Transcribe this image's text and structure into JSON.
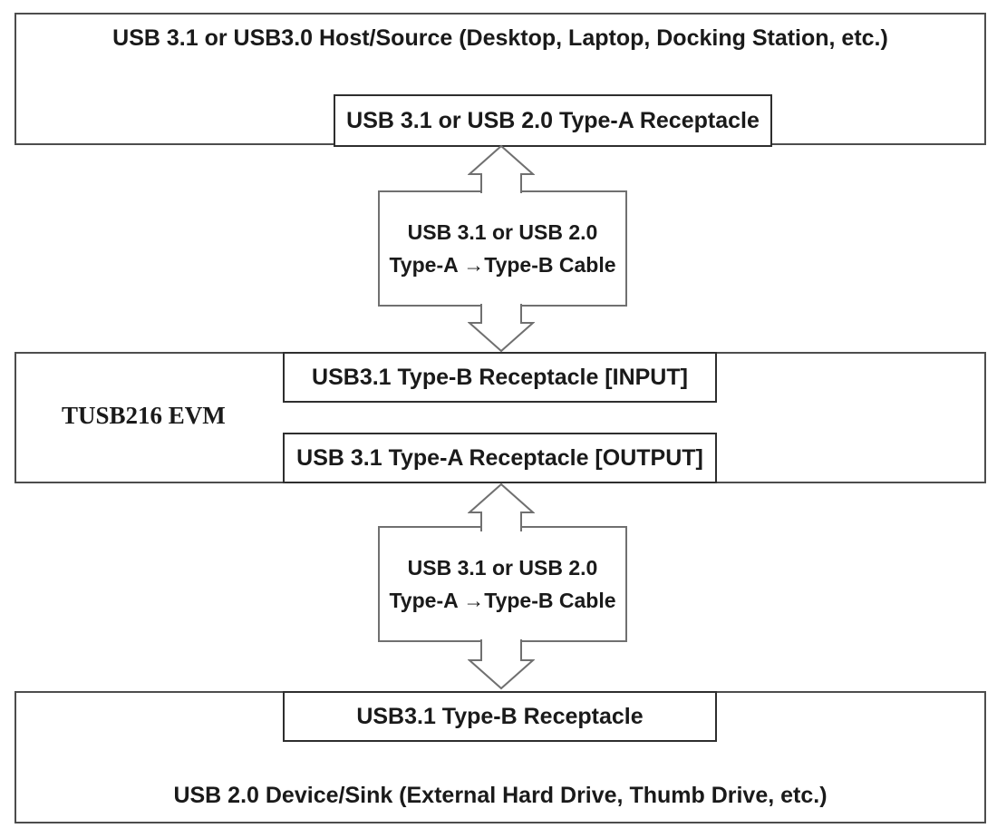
{
  "host": {
    "title": "USB 3.1 or USB3.0 Host/Source (Desktop, Laptop, Docking Station, etc.)",
    "receptacle_label": "USB 3.1 or USB 2.0 Type-A Receptacle"
  },
  "connectors": [
    {
      "line1": "USB 3.1 or USB 2.0",
      "line2": "Type-A →Type-B Cable"
    },
    {
      "line1": "USB 3.1 or USB 2.0",
      "line2": "Type-A →Type-B Cable"
    }
  ],
  "evm": {
    "label": "TUSB216 EVM",
    "input_label": "USB3.1 Type-B Receptacle [INPUT]",
    "output_label": "USB 3.1 Type-A Receptacle [OUTPUT]"
  },
  "device": {
    "receptacle_label": "USB3.1 Type-B Receptacle",
    "title": "USB 2.0 Device/Sink (External Hard Drive, Thumb Drive, etc.)"
  },
  "icons": {
    "up_arrow": "hollow-block-arrow-up",
    "down_arrow": "hollow-block-arrow-down"
  },
  "colors": {
    "background": "#ffffff",
    "outer_box_border": "#4d4d4d",
    "inner_box_border": "#2e2e2e",
    "connector_border": "#707070",
    "text": "#1a1a1a"
  }
}
